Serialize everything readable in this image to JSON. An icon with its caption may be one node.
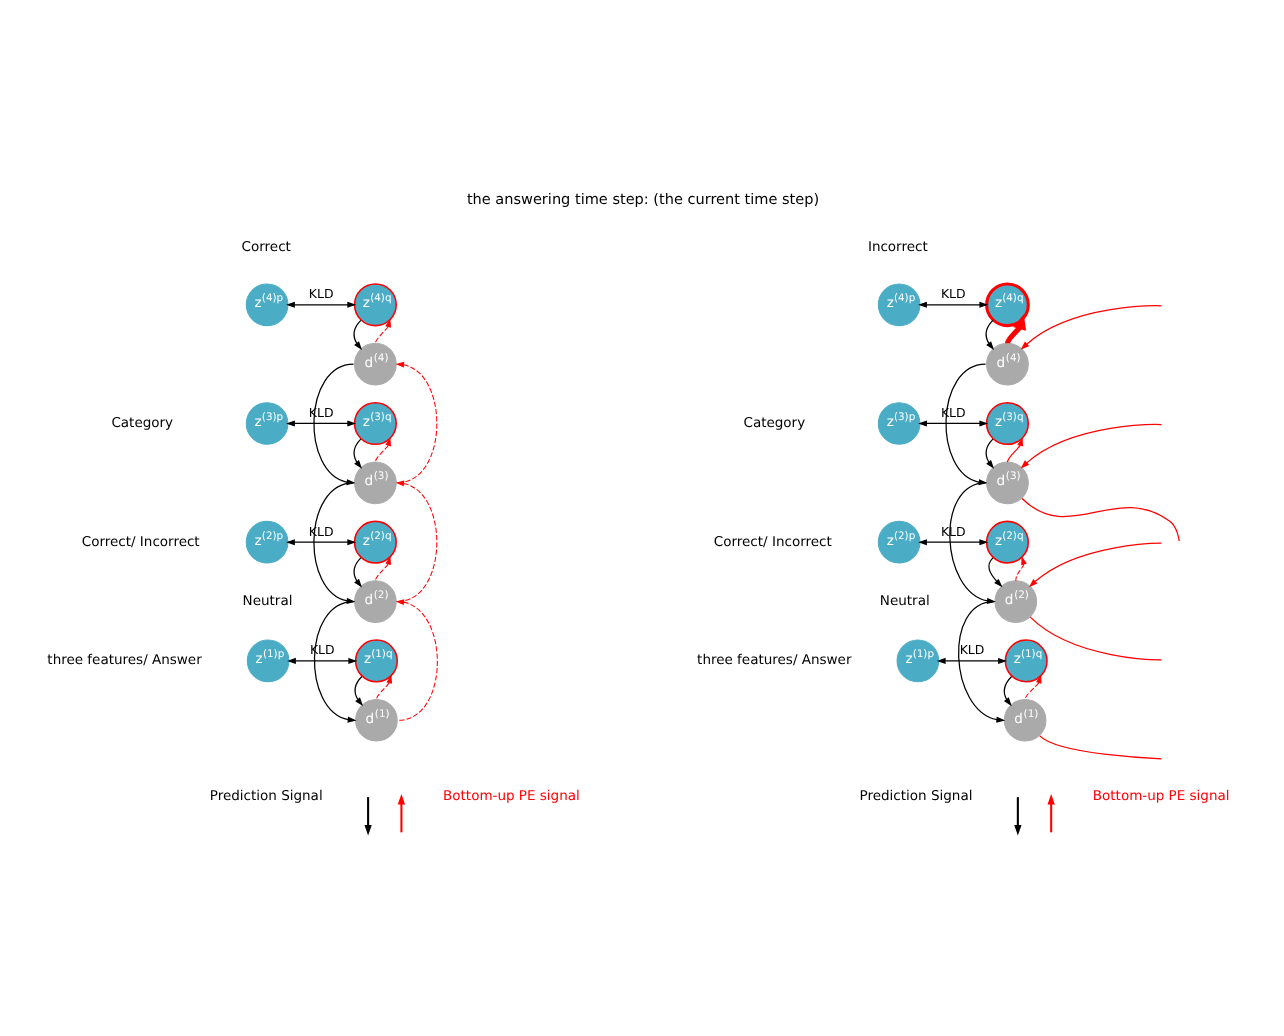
{
  "diagram": {
    "title": "the answering time step: (the current time step)",
    "nodes": [
      {
        "text": [
          "z$^{(4)p}$"
        ]
      },
      {
        "text": [
          "z$^{(4)q}$"
        ]
      },
      {
        "text": [
          "d$^{(4)}$"
        ]
      },
      {
        "text": [
          "z$^{(3)p}$"
        ]
      },
      {
        "text": [
          "z$^{(3)q}$"
        ]
      },
      {
        "text": [
          "d$^{(3)}$"
        ]
      },
      {
        "text": [
          "z$^{(2)p}$"
        ]
      },
      {
        "text": [
          "z$^{(2)q}$"
        ]
      },
      {
        "text": [
          "d$^{(2)}$"
        ]
      },
      {
        "text": [
          "z$^{(1)p}$"
        ]
      },
      {
        "text": [
          "z$^{(1)q}$"
        ]
      },
      {
        "text": [
          "d$^{(1)}$"
        ]
      },
      {
        "text": [
          "z$^{(4)p}$"
        ]
      },
      {
        "text": [
          "z$^{(4)q}$"
        ]
      },
      {
        "text": [
          "d$^{(4)}$"
        ]
      },
      {
        "text": [
          "z$^{(3)p}$"
        ]
      },
      {
        "text": [
          "z$^{(3)q}$"
        ]
      },
      {
        "text": [
          "d$^{(3)}$"
        ]
      },
      {
        "text": [
          "z$^{(2)p}$"
        ]
      },
      {
        "text": [
          "z$^{(2)q}$"
        ]
      },
      {
        "text": [
          "d$^{(2)}$"
        ]
      },
      {
        "text": [
          "z$^{(1)p}$"
        ]
      },
      {
        "text": [
          "z$^{(1)q}$"
        ]
      },
      {
        "text": [
          "d$^{(1)}$"
        ]
      }
    ],
    "edges": [
      {
        "from": 0,
        "to": 1,
        "arrow": "both",
        "label": "KLD"
      },
      {
        "from": 1,
        "to": 2,
        "arrow": "to"
      },
      {
        "from": 2,
        "to": 1,
        "arrow": "to",
        "style": "dashed",
        "color": "#ff0000"
      },
      {
        "from": 3,
        "to": 4,
        "arrow": "both",
        "label": "KLD"
      },
      {
        "from": 4,
        "to": 5,
        "arrow": "to"
      },
      {
        "from": 5,
        "to": 4,
        "arrow": "to",
        "style": "dashed",
        "color": "#ff0000"
      },
      {
        "from": 6,
        "to": 7,
        "arrow": "both",
        "label": "KLD"
      },
      {
        "from": 7,
        "to": 8,
        "arrow": "to"
      },
      {
        "from": 8,
        "to": 7,
        "arrow": "to",
        "style": "dashed",
        "color": "#ff0000"
      },
      {
        "from": 9,
        "to": 10,
        "arrow": "both",
        "label": "KLD"
      },
      {
        "from": 10,
        "to": 11,
        "arrow": "to"
      },
      {
        "from": 11,
        "to": 10,
        "arrow": "to",
        "style": "dashed",
        "color": "#ff0000"
      },
      {
        "from": 2,
        "to": 5,
        "arrow": "to"
      },
      {
        "from": 5,
        "to": 8,
        "arrow": "to"
      },
      {
        "from": 8,
        "to": 11,
        "arrow": "to"
      },
      {
        "from": 5,
        "to": 2,
        "arrow": "to",
        "style": "dashed",
        "color": "#ff0000"
      },
      {
        "from": 8,
        "to": 5,
        "arrow": "to",
        "style": "dashed",
        "color": "#ff0000"
      },
      {
        "from": 11,
        "to": 8,
        "arrow": "to",
        "style": "dashed",
        "color": "#ff0000"
      },
      {
        "from": 12,
        "to": 13,
        "arrow": "both",
        "label": "KLD"
      },
      {
        "from": 13,
        "to": 14,
        "arrow": "to"
      },
      {
        "from": 14,
        "to": 13,
        "arrow": "to",
        "style": "thick",
        "color": "#ff0000"
      },
      {
        "from": 15,
        "to": 16,
        "arrow": "both",
        "label": "KLD"
      },
      {
        "from": 16,
        "to": 17,
        "arrow": "to"
      },
      {
        "from": 17,
        "to": 16,
        "arrow": "to",
        "color": "#ff0000"
      },
      {
        "from": 18,
        "to": 19,
        "arrow": "both",
        "label": "KLD"
      },
      {
        "from": 19,
        "to": 20,
        "arrow": "to"
      },
      {
        "from": 20,
        "to": 19,
        "arrow": "to",
        "style": "dashed",
        "color": "#ff0000"
      },
      {
        "from": 21,
        "to": 22,
        "arrow": "both",
        "label": "KLD"
      },
      {
        "from": 22,
        "to": 23,
        "arrow": "to"
      },
      {
        "from": 23,
        "to": 22,
        "arrow": "to",
        "style": "dashed",
        "color": "#ff0000"
      },
      {
        "from": 14,
        "to": 17,
        "arrow": "to"
      },
      {
        "from": 17,
        "to": 20,
        "arrow": "to"
      },
      {
        "from": 20,
        "to": 23,
        "arrow": "to"
      },
      {
        "from": null,
        "to": 14,
        "arrow": "to",
        "color": "#ff0000"
      },
      {
        "from": 17,
        "to": null,
        "arrow": "none",
        "color": "#ff0000"
      },
      {
        "from": null,
        "to": 17,
        "arrow": "to",
        "color": "#ff0000"
      },
      {
        "from": 20,
        "to": null,
        "arrow": "none",
        "color": "#ff0000"
      },
      {
        "from": null,
        "to": 20,
        "arrow": "to",
        "color": "#ff0000"
      },
      {
        "from": 23,
        "to": null,
        "arrow": "none",
        "color": "#ff0000"
      }
    ],
    "labels": [
      "Correct",
      "Category",
      "Correct/ Incorrect",
      "Neutral",
      "three features/ Answer",
      "Incorrect",
      "Category",
      "Correct/ Incorrect",
      "Neutral",
      "three features/ Answer"
    ],
    "legend": [
      {
        "text": "Prediction Signal"
      },
      {
        "text": "Bottom-up PE signal"
      },
      {
        "text": "Prediction Signal"
      },
      {
        "text": "Bottom-up PE signal"
      }
    ]
  }
}
